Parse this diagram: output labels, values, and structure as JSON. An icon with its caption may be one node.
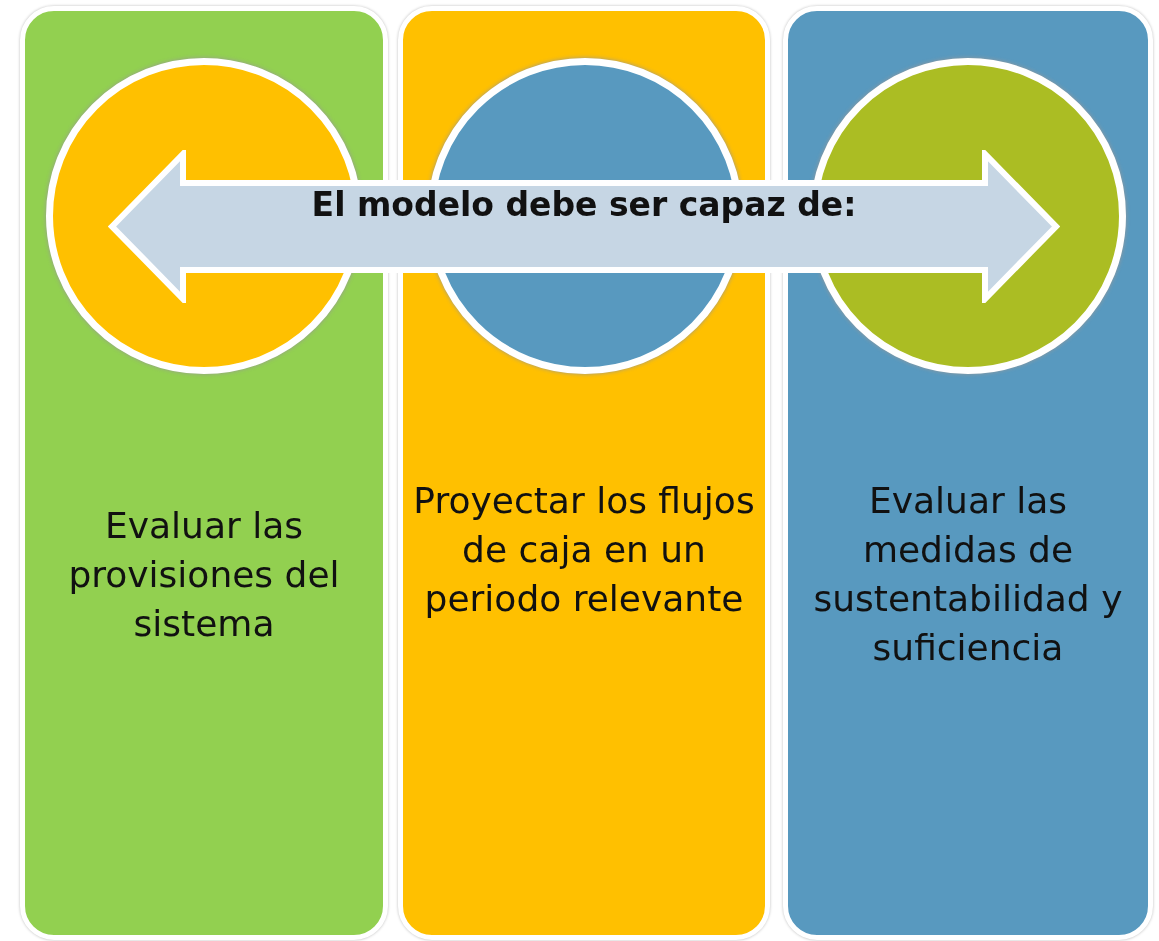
{
  "diagram": {
    "nodes": [
      {
        "text": [
          "El modelo debe ser capaz de:"
        ]
      },
      {
        "text": [
          "Evaluar las provisiones del sistema"
        ]
      },
      {
        "text": [
          "Proyectar los flujos de caja en un periodo relevante"
        ]
      },
      {
        "text": [
          "Evaluar las medidas de sustentabilidad y suficiencia"
        ]
      }
    ]
  }
}
